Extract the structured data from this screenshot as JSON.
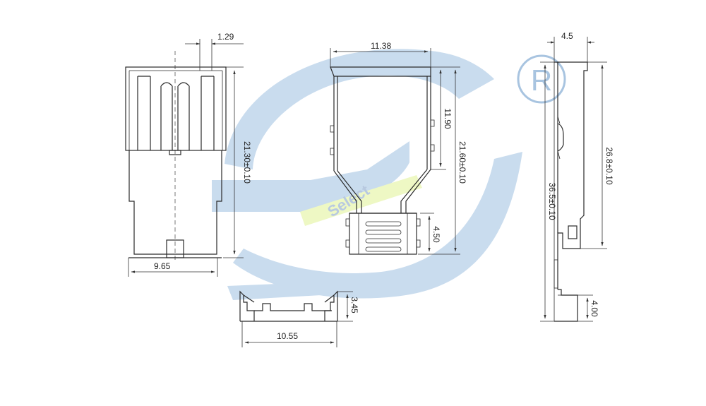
{
  "watermark": {
    "brand_text": "Select",
    "registered_mark": "R",
    "colors": {
      "swoosh": "#c9dcee",
      "band": "#eef8c4",
      "brand_text": "#b8c9e0",
      "mark": "#a8c4e0"
    }
  },
  "views": {
    "front": {
      "dim_top": "1.29",
      "dim_height": "21.30±0.10",
      "dim_width": "9.65"
    },
    "side": {
      "dim_top_width": "11.38",
      "dim_upper_height": "11.90",
      "dim_total_height": "21.60±0.10",
      "dim_tab_height": "4.50"
    },
    "bottom": {
      "dim_height": "3.45",
      "dim_width": "10.55"
    },
    "profile": {
      "dim_top_width": "4.5",
      "dim_body_height": "26.8±0.10",
      "dim_total_height": "36.5±0.10",
      "dim_foot_height": "4.00"
    }
  }
}
